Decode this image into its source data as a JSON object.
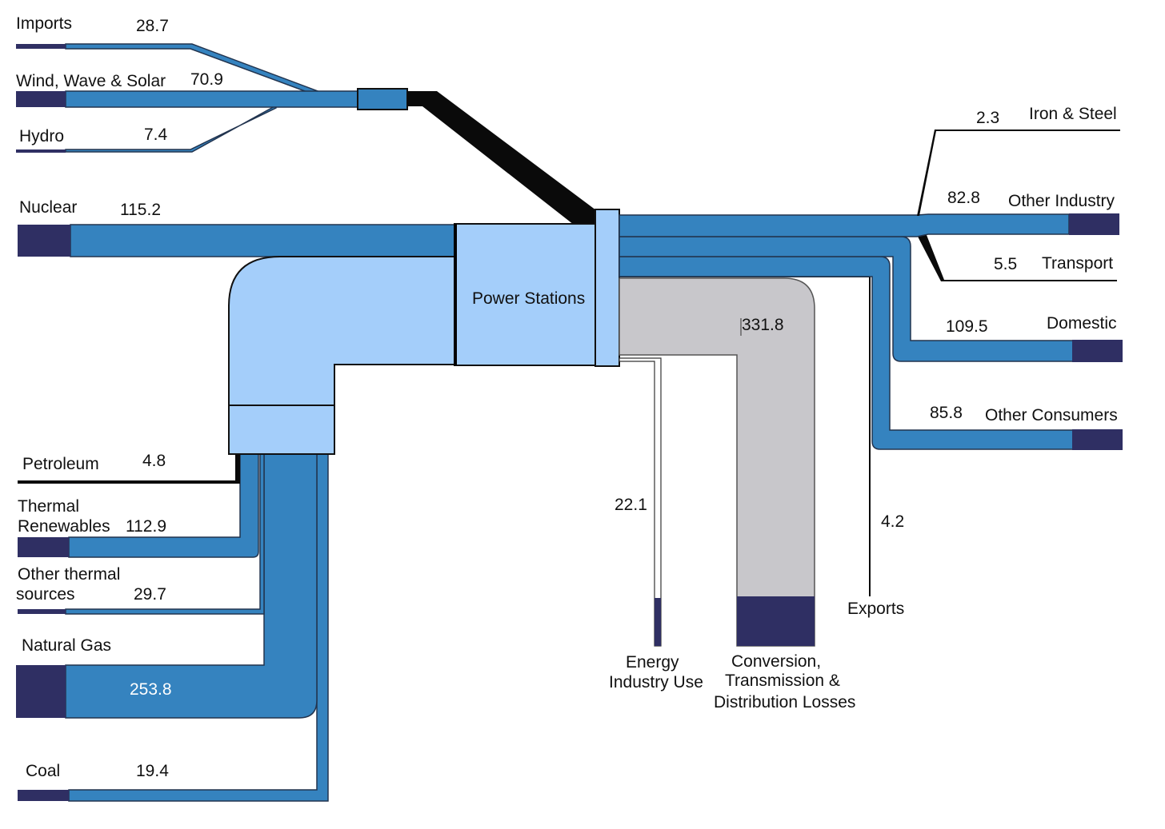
{
  "colors": {
    "flow": "#3583BF",
    "flow_edge": "#22344F",
    "node_light": "#A4CEFA",
    "grey_flow": "#C8C7CB",
    "dark_node": "#2F2F63",
    "black_flow": "#0A0A0A"
  },
  "sources": {
    "imports": {
      "label": "Imports",
      "value": "28.7"
    },
    "wind": {
      "label": "Wind, Wave & Solar",
      "value": "70.9"
    },
    "hydro": {
      "label": "Hydro",
      "value": "7.4"
    },
    "nuclear": {
      "label": "Nuclear",
      "value": "115.2"
    },
    "petroleum": {
      "label": "Petroleum",
      "value": "4.8"
    },
    "thermal_renewables": {
      "label_line1": "Thermal",
      "label_line2": "Renewables",
      "value": "112.9"
    },
    "other_thermal": {
      "label_line1": "Other thermal",
      "label_line2": "sources",
      "value": "29.7"
    },
    "natural_gas": {
      "label": "Natural Gas",
      "value": "253.8"
    },
    "coal": {
      "label": "Coal",
      "value": "19.4"
    }
  },
  "center_node": {
    "label": "Power Stations"
  },
  "outputs": {
    "iron_steel": {
      "label": "Iron & Steel",
      "value": "2.3"
    },
    "other_industry": {
      "label": "Other Industry",
      "value": "82.8"
    },
    "transport": {
      "label": "Transport",
      "value": "5.5"
    },
    "domestic": {
      "label": "Domestic",
      "value": "109.5"
    },
    "other_consumers": {
      "label": "Other Consumers",
      "value": "85.8"
    },
    "energy_industry": {
      "label_line1": "Energy",
      "label_line2": "Industry Use",
      "value": "22.1"
    },
    "losses": {
      "label_line1": "Conversion,",
      "label_line2": "Transmission &",
      "label_line3": "Distribution Losses",
      "value": "331.8"
    },
    "exports": {
      "label": "Exports",
      "value": "4.2"
    }
  }
}
